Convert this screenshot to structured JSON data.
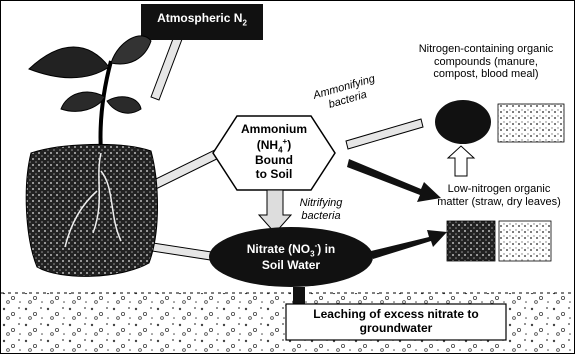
{
  "atmospheric": {
    "label": "Atmospheric N",
    "sub": "2"
  },
  "ammonium": {
    "line1": "Ammonium",
    "line2a": "(NH",
    "sub": "4",
    "sup": "+",
    "line2b": ") Bound",
    "line3": "to Soil"
  },
  "nitrate": {
    "line1a": "Nitrate (NO",
    "sub": "3",
    "sup": "-",
    "line1b": ") in",
    "line2": "Soil Water"
  },
  "ammonifying": {
    "line1": "Ammonifying",
    "line2": "bacteria"
  },
  "nitrifying": {
    "line1": "Nitrifying",
    "line2": "bacteria"
  },
  "organic": {
    "line1": "Nitrogen-containing organic",
    "line2": "compounds (manure,",
    "line3": "compost, blood meal)"
  },
  "low_nitrogen": {
    "line1": "Low-nitrogen organic",
    "line2": "matter (straw, dry leaves)"
  },
  "leaching": {
    "line1": "Leaching of excess nitrate to",
    "line2": "groundwater"
  },
  "colors": {
    "dark_fill": "#111111",
    "line": "#000000",
    "soil_speckle": "#444444",
    "ribbon_fill": "#e6e6e6"
  }
}
